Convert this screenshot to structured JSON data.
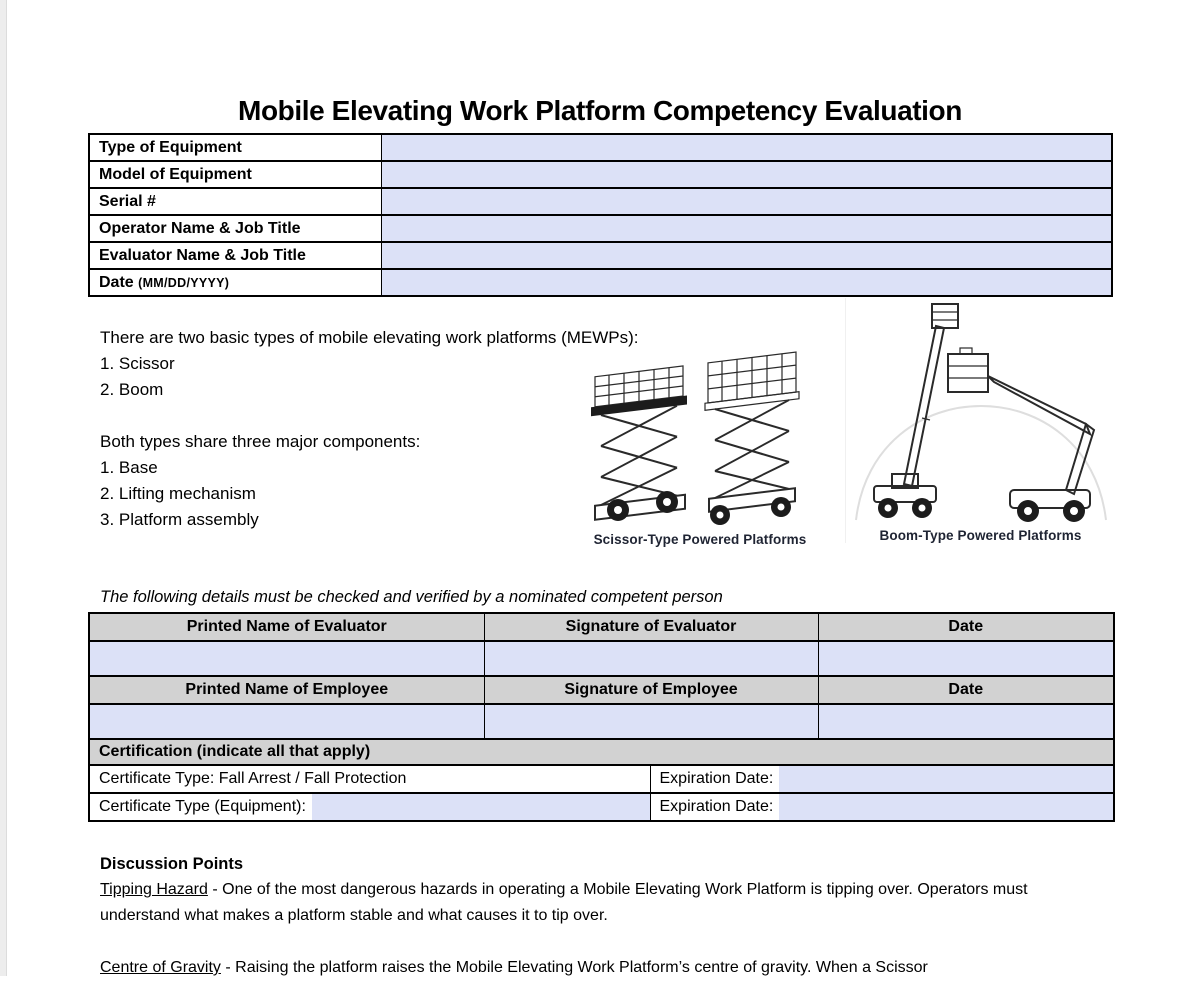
{
  "page": {
    "title": "Mobile Elevating Work Platform Competency Evaluation"
  },
  "colors": {
    "input_fill": "#dce1f7",
    "header_fill": "#d2d2d2",
    "border": "#000000"
  },
  "equipment": {
    "rows": [
      {
        "label": "Type of Equipment",
        "suffix": ""
      },
      {
        "label": "Model of Equipment",
        "suffix": ""
      },
      {
        "label": "Serial #",
        "suffix": ""
      },
      {
        "label": "Operator Name & Job Title",
        "suffix": ""
      },
      {
        "label": "Evaluator Name & Job Title",
        "suffix": ""
      },
      {
        "label": "Date ",
        "suffix": "(MM/DD/YYYY)"
      }
    ]
  },
  "intro": {
    "line1": "There are two basic types of mobile elevating work platforms (MEWPs):",
    "types": [
      "1. Scissor",
      "2. Boom"
    ],
    "line2": "Both types share three major components:",
    "components": [
      "1. Base",
      "2. Lifting mechanism",
      "3. Platform assembly"
    ]
  },
  "figures": {
    "scissor_caption": "Scissor-Type Powered Platforms",
    "boom_caption": "Boom-Type Powered Platforms"
  },
  "verification": {
    "note": "The following details must be checked and verified by a nominated competent person",
    "evaluator_headers": [
      "Printed Name of Evaluator",
      "Signature of Evaluator",
      "Date"
    ],
    "employee_headers": [
      "Printed Name of Employee",
      "Signature of Employee",
      "Date"
    ],
    "certification_header": "Certification (indicate all that apply)",
    "cert_rows": [
      {
        "left_label": "Certificate Type: Fall Arrest / Fall Protection",
        "right_label": "Expiration Date:"
      },
      {
        "left_label": "Certificate Type (Equipment):",
        "right_label": "Expiration Date:"
      }
    ]
  },
  "discussion": {
    "heading": "Discussion Points",
    "points": [
      {
        "term": "Tipping Hazard",
        "text": " - One of the most dangerous hazards in operating a Mobile Elevating Work Platform is tipping over. Operators must understand what makes a platform stable and what causes it to tip over."
      },
      {
        "term": "Centre of Gravity",
        "text": " - Raising the platform raises the Mobile Elevating Work Platform’s centre of gravity. When a Scissor"
      }
    ]
  }
}
